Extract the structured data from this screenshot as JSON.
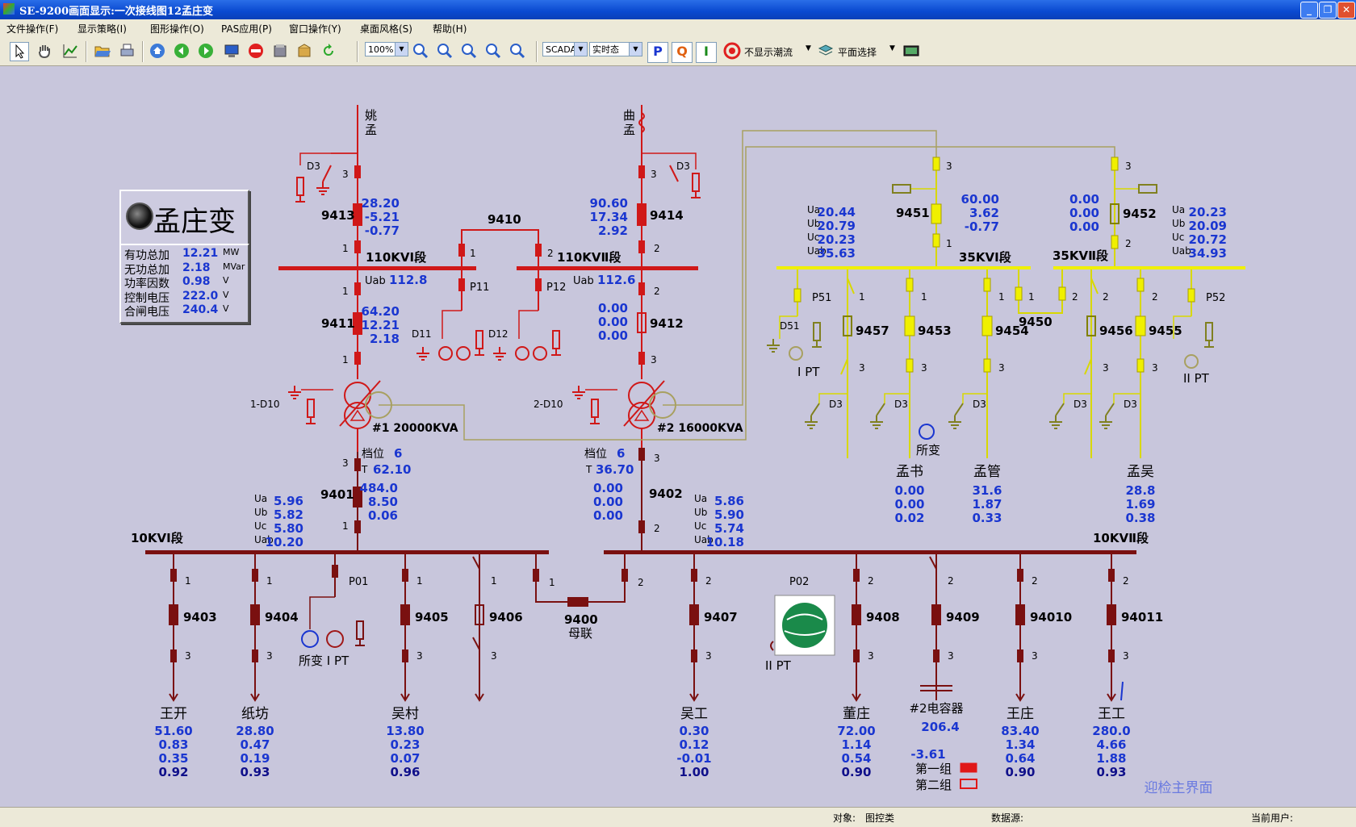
{
  "window": {
    "title": "SE-9200画面显示:一次接线图12孟庄变",
    "min": "_",
    "max": "❐",
    "close": "✕"
  },
  "menu": [
    "文件操作(F)",
    "显示策略(I)",
    "图形操作(O)",
    "PAS应用(P)",
    "窗口操作(Y)",
    "桌面风格(S)",
    "帮助(H)"
  ],
  "toolbar": {
    "zoom": "100%",
    "mode": "SCADA",
    "state": "实时态",
    "btn_p": "P",
    "btn_q": "Q",
    "btn_i": "I",
    "flow_label": "不显示潮流",
    "plane_label": "平面选择"
  },
  "station": {
    "name": "孟庄变"
  },
  "summary": [
    {
      "label": "有功总加",
      "value": "12.21",
      "unit": "MW"
    },
    {
      "label": "无功总加",
      "value": "2.18",
      "unit": "MVar"
    },
    {
      "label": "功率因数",
      "value": "0.98",
      "unit": "V"
    },
    {
      "label": "控制电压",
      "value": "222.0",
      "unit": "V"
    },
    {
      "label": "合闸电压",
      "value": "240.4",
      "unit": "V"
    }
  ],
  "diagram": {
    "line_yaomeng": "姚孟",
    "line_qumeng": "曲孟",
    "bus_110_1": "110KVⅠ段",
    "bus_110_2": "110KVⅡ段",
    "bus_35_1": "35KVⅠ段",
    "bus_35_2": "35KVⅡ段",
    "bus_10_1": "10KVⅠ段",
    "bus_10_2": "10KVⅡ段",
    "b9413": "9413",
    "v9413": [
      "28.20",
      "-5.21",
      "-0.77"
    ],
    "b9414": "9414",
    "v9414": [
      "90.60",
      "17.34",
      "2.92"
    ],
    "b9410": "9410",
    "b9411": "9411",
    "v9411": [
      "64.20",
      "12.21",
      "2.18"
    ],
    "b9412": "9412",
    "v9412": [
      "0.00",
      "0.00",
      "0.00"
    ],
    "uab_110_1": "112.8",
    "uab_110_2": "112.6",
    "p11": "P11",
    "p12": "P12",
    "d11": "D11",
    "d12": "D12",
    "d3": "D3",
    "d10_1": "1-D10",
    "d10_2": "2-D10",
    "tr1": "#1 20000KVA",
    "tr2": "#2 16000KVA",
    "tap_label": "档位",
    "tap1": "6",
    "tap2": "6",
    "t1": "62.10",
    "t2": "36.70",
    "b9401": "9401",
    "v9401": [
      "484.0",
      "8.50",
      "0.06"
    ],
    "b9402": "9402",
    "v9402": [
      "0.00",
      "0.00",
      "0.00"
    ],
    "u10_1": [
      "5.96",
      "5.82",
      "5.80",
      "10.20"
    ],
    "u10_2": [
      "5.86",
      "5.90",
      "5.74",
      "10.18"
    ],
    "b9451": "9451",
    "v9451": [
      "60.00",
      "3.62",
      "-0.77"
    ],
    "b9452": "9452",
    "v9452": [
      "0.00",
      "0.00",
      "0.00"
    ],
    "u35_1": [
      "20.44",
      "20.79",
      "20.23",
      "35.63"
    ],
    "u35_2": [
      "20.23",
      "20.09",
      "20.72",
      "34.93"
    ],
    "b9457": "9457",
    "b9453": "9453",
    "b9454": "9454",
    "b9450": "9450",
    "b9456": "9456",
    "b9455": "9455",
    "p51": "P51",
    "p52": "P52",
    "d51": "D51",
    "ipt": "I PT",
    "iipt": "II PT",
    "suobian": "所变",
    "f35": [
      {
        "name": "孟书",
        "v": [
          "0.00",
          "0.00",
          "0.02"
        ]
      },
      {
        "name": "孟管",
        "v": [
          "31.6",
          "1.87",
          "0.33"
        ]
      },
      {
        "name": "孟吴",
        "v": [
          "28.8",
          "1.69",
          "0.38"
        ]
      }
    ],
    "b9400": "9400",
    "muliang": "母联",
    "p01": "P01",
    "p02": "P02",
    "suobian_ipt": "所变 I PT",
    "iipt10": "II PT",
    "feeders10": [
      {
        "id": "9403",
        "name": "王开",
        "v": [
          "51.60",
          "0.83",
          "0.35",
          "0.92"
        ]
      },
      {
        "id": "9404",
        "name": "纸坊",
        "v": [
          "28.80",
          "0.47",
          "0.19",
          "0.93"
        ]
      },
      {
        "id": "9405",
        "name": "吴村",
        "v": [
          "13.80",
          "0.23",
          "0.07",
          "0.96"
        ]
      },
      {
        "id": "9406",
        "name": "",
        "v": []
      },
      {
        "id": "9407",
        "name": "吴工",
        "v": [
          "0.30",
          "0.12",
          "-0.01",
          "1.00"
        ]
      },
      {
        "id": "9408",
        "name": "董庄",
        "v": [
          "72.00",
          "1.14",
          "0.54",
          "0.90"
        ]
      },
      {
        "id": "9409",
        "name": "#2电容器",
        "v": [
          "206.4",
          "",
          "-3.61"
        ]
      },
      {
        "id": "94010",
        "name": "王庄",
        "v": [
          "83.40",
          "1.34",
          "0.64",
          "0.90"
        ]
      },
      {
        "id": "94011",
        "name": "王工",
        "v": [
          "280.0",
          "4.66",
          "1.88",
          "0.93"
        ]
      }
    ],
    "cap_group1": "第一组",
    "cap_group2": "第二组",
    "main_link": "迎检主界面"
  },
  "status": {
    "object_label": "对象:",
    "object_value": "图控类",
    "source_label": "数据源:",
    "user_label": "当前用户:"
  },
  "colors": {
    "bus110": "#d01818",
    "bus35": "#f0f000",
    "bus10": "#7a1010",
    "value": "#1a36d0",
    "canvas": "#c8c6dc"
  }
}
